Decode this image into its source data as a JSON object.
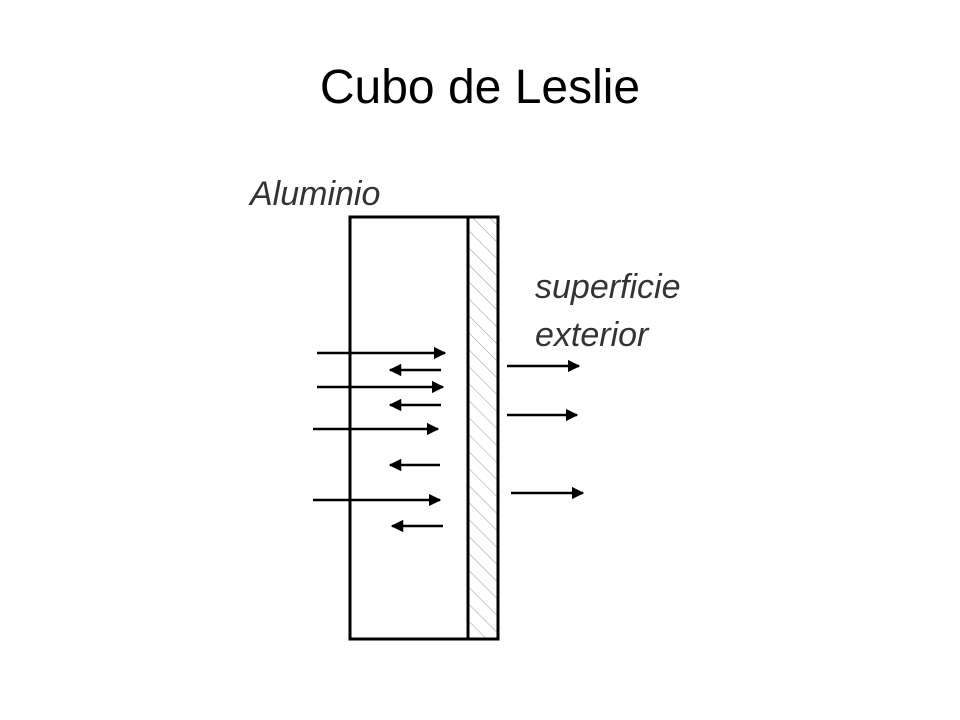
{
  "title": "Cubo de Leslie",
  "labels": {
    "material": "Aluminio",
    "surface_line1": "superficie",
    "surface_line2": "exterior"
  },
  "colors": {
    "stroke": "#000000",
    "hatch": "#9a9a9a",
    "label": "#333333"
  }
}
